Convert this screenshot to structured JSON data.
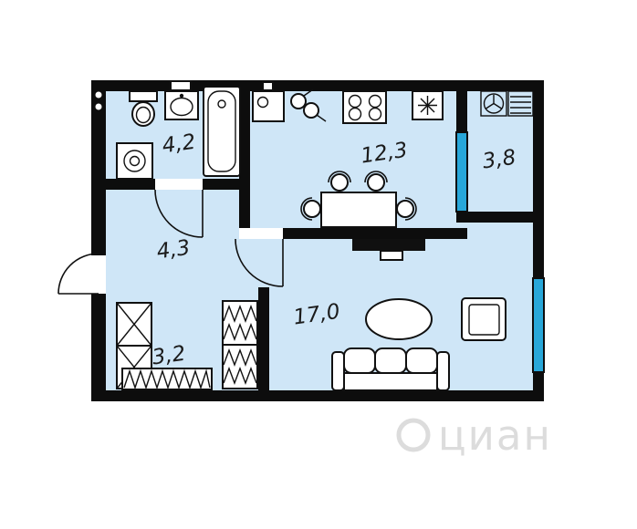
{
  "plan": {
    "rooms": [
      {
        "id": "bathroom",
        "area": "4,2"
      },
      {
        "id": "kitchen",
        "area": "12,3"
      },
      {
        "id": "balcony",
        "area": "3,8"
      },
      {
        "id": "hallway",
        "area": "4,3"
      },
      {
        "id": "wardrobe",
        "area": "3,2"
      },
      {
        "id": "living-room",
        "area": "17,0"
      }
    ]
  },
  "watermark": {
    "text": "циан"
  },
  "colors": {
    "room_fill": "#cfe6f7",
    "wall": "#0d0d0d",
    "window_accent": "#28a7d9",
    "watermark": "#dcdcdc"
  }
}
